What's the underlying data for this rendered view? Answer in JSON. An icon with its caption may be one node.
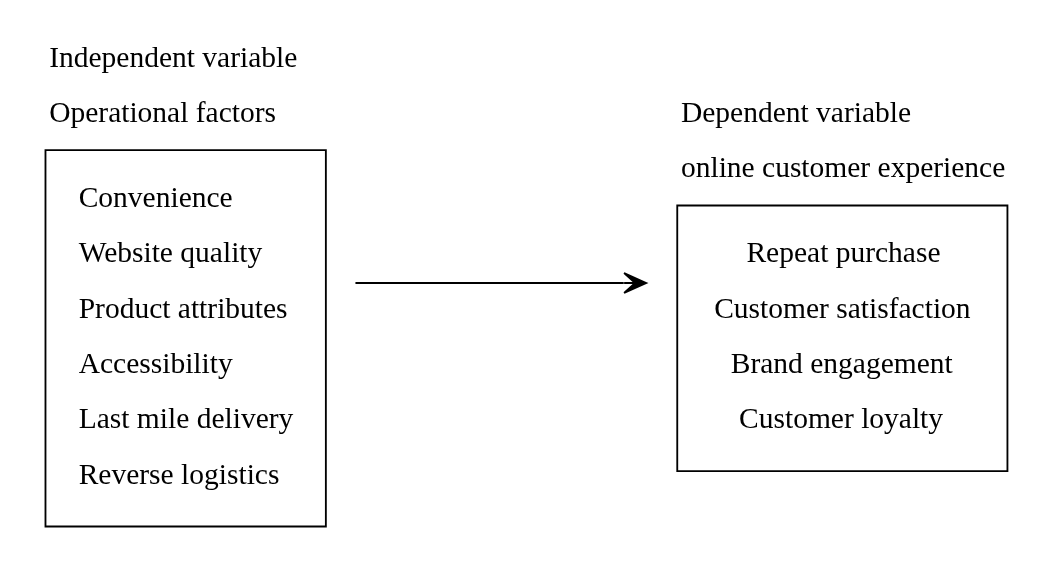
{
  "diagram": {
    "nodes": [
      {
        "text": [
          "Independent variable",
          "Operational factors",
          "Convenience",
          "Website quality",
          "Product attributes",
          "Accessibility",
          "Last mile delivery",
          "Reverse logistics"
        ]
      },
      {
        "text": [
          "Dependent variable",
          "online customer experience",
          "Repeat purchase",
          "Customer satisfaction",
          "Brand engagement",
          "Customer loyalty"
        ]
      }
    ],
    "edges": [
      {
        "from": 0,
        "to": 1,
        "arrow": "to"
      }
    ]
  }
}
